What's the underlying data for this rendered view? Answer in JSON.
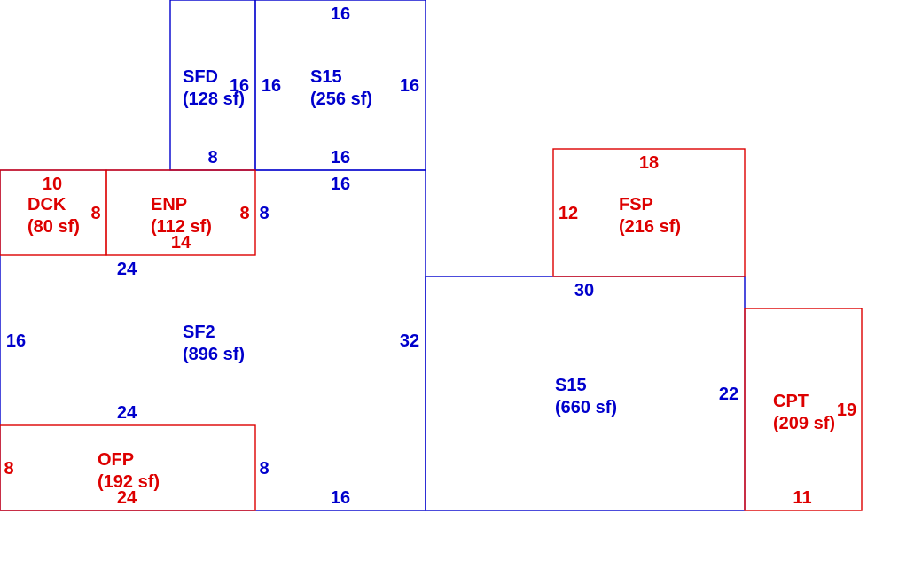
{
  "colors": {
    "living_area": "#0000cc",
    "exterior_area": "#dd0000",
    "background": "#ffffff"
  },
  "areas": {
    "sfd": {
      "code": "SFD",
      "area": "(128 sf)"
    },
    "s15_top": {
      "code": "S15",
      "area": "(256 sf)"
    },
    "dck": {
      "code": "DCK",
      "area": "(80 sf)"
    },
    "enp": {
      "code": "ENP",
      "area": "(112 sf)"
    },
    "sf2": {
      "code": "SF2",
      "area": "(896 sf)"
    },
    "ofp": {
      "code": "OFP",
      "area": "(192 sf)"
    },
    "fsp": {
      "code": "FSP",
      "area": "(216 sf)"
    },
    "s15_right": {
      "code": "S15",
      "area": "(660 sf)"
    },
    "cpt": {
      "code": "CPT",
      "area": "(209 sf)"
    }
  },
  "dimensions": {
    "sfd": {
      "left": "16",
      "bottom": "8"
    },
    "s15_top": {
      "top": "16",
      "left": "16",
      "right": "16",
      "bottom": "16"
    },
    "dck": {
      "top": "10",
      "right": "8"
    },
    "enp": {
      "right": "8",
      "bottom": "14"
    },
    "sf2": {
      "top": "16",
      "upper_right_side": "8",
      "inner_top": "24",
      "left": "16",
      "right": "32",
      "inner_bottom": "24",
      "lower_right_side": "8",
      "bottom": "16"
    },
    "ofp": {
      "left": "8",
      "bottom": "24"
    },
    "fsp": {
      "top": "18",
      "left": "12"
    },
    "s15_right": {
      "top": "30",
      "right": "22"
    },
    "cpt": {
      "right": "19",
      "bottom": "11"
    }
  }
}
